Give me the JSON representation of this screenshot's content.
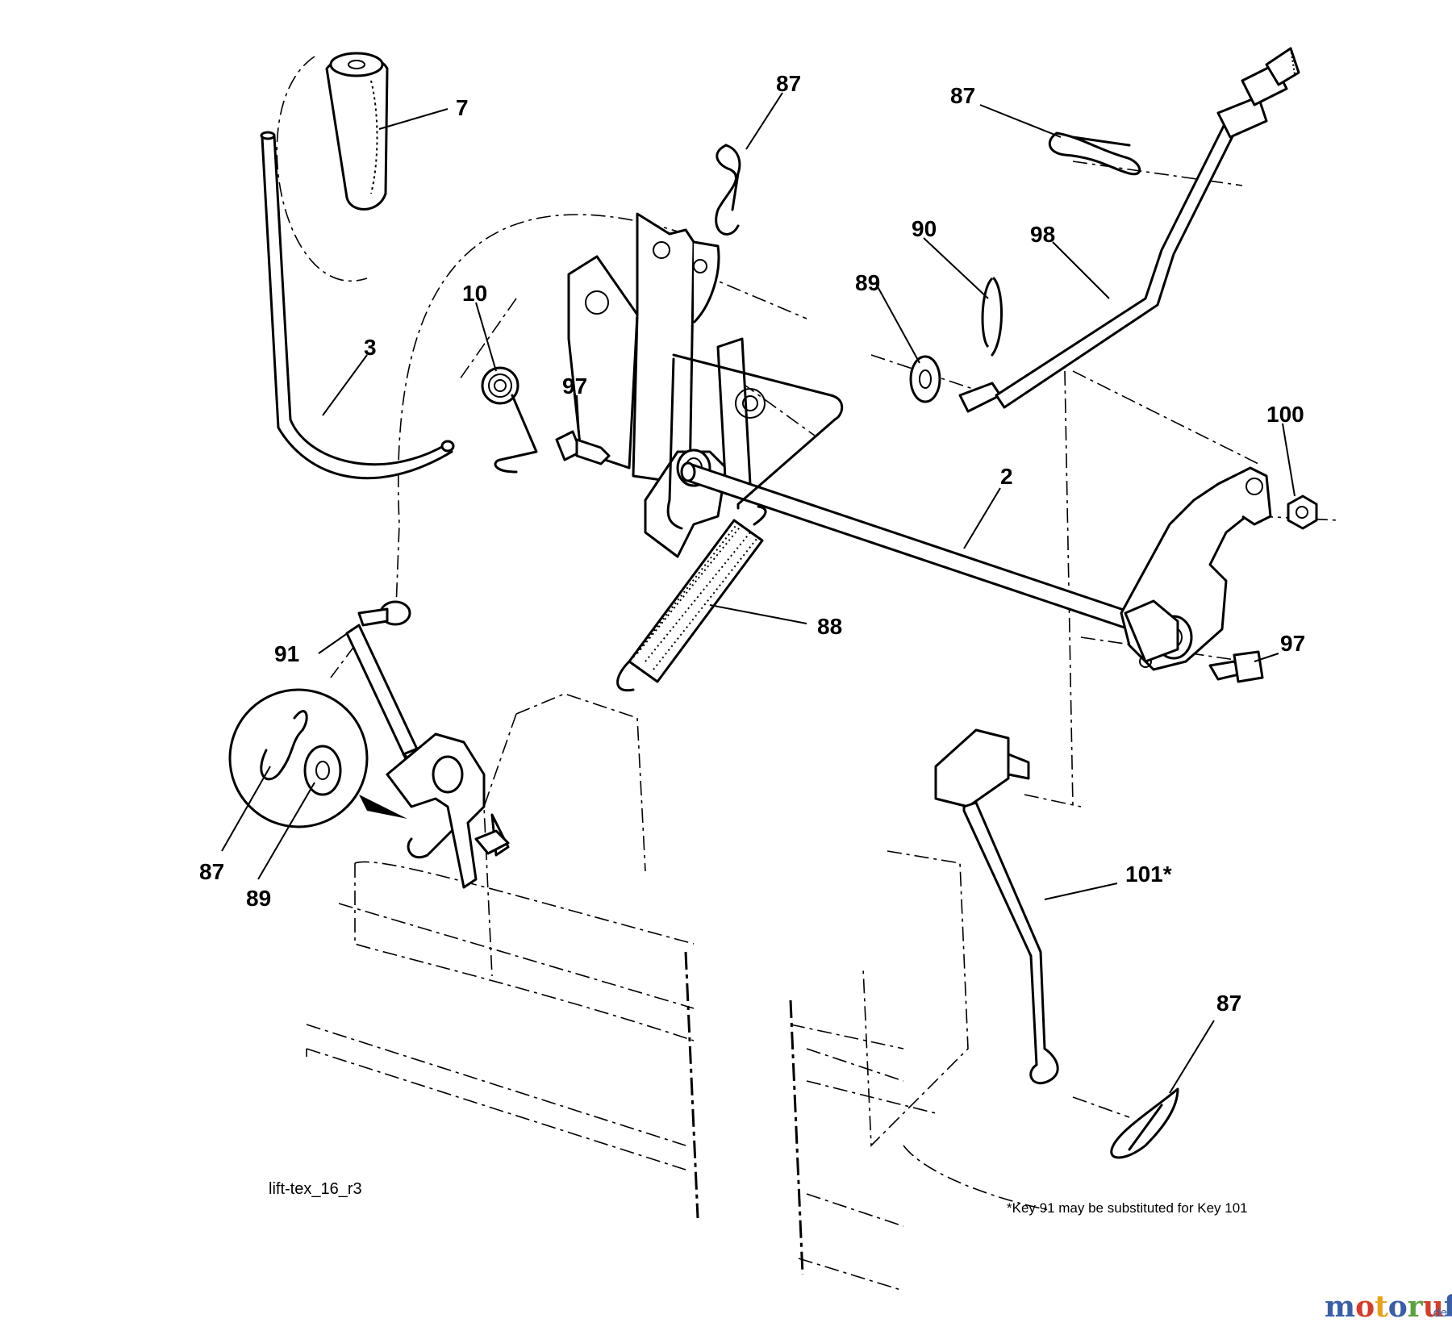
{
  "labels": {
    "l7": "7",
    "l87a": "87",
    "l87b": "87",
    "l10": "10",
    "l3": "3",
    "l90": "90",
    "l89a": "89",
    "l98": "98",
    "l97a": "97",
    "l2": "2",
    "l100": "100",
    "l88": "88",
    "l91": "91",
    "l97b": "97",
    "l101": "101*",
    "l87c": "87",
    "l89b": "89",
    "l87d": "87"
  },
  "drawing_code": "lift-tex_16_r3",
  "footnote": "*Key 91 may be substituted for Key 101",
  "watermark": {
    "letters": [
      "m",
      "o",
      "t",
      "o",
      "r",
      "u",
      "f"
    ],
    "suffix": ".de",
    "colors": [
      "#3a5fa8",
      "#d43d2a",
      "#e7a21c",
      "#3a5fa8",
      "#5aa33c",
      "#d43d2a",
      "#3a5fa8"
    ]
  }
}
